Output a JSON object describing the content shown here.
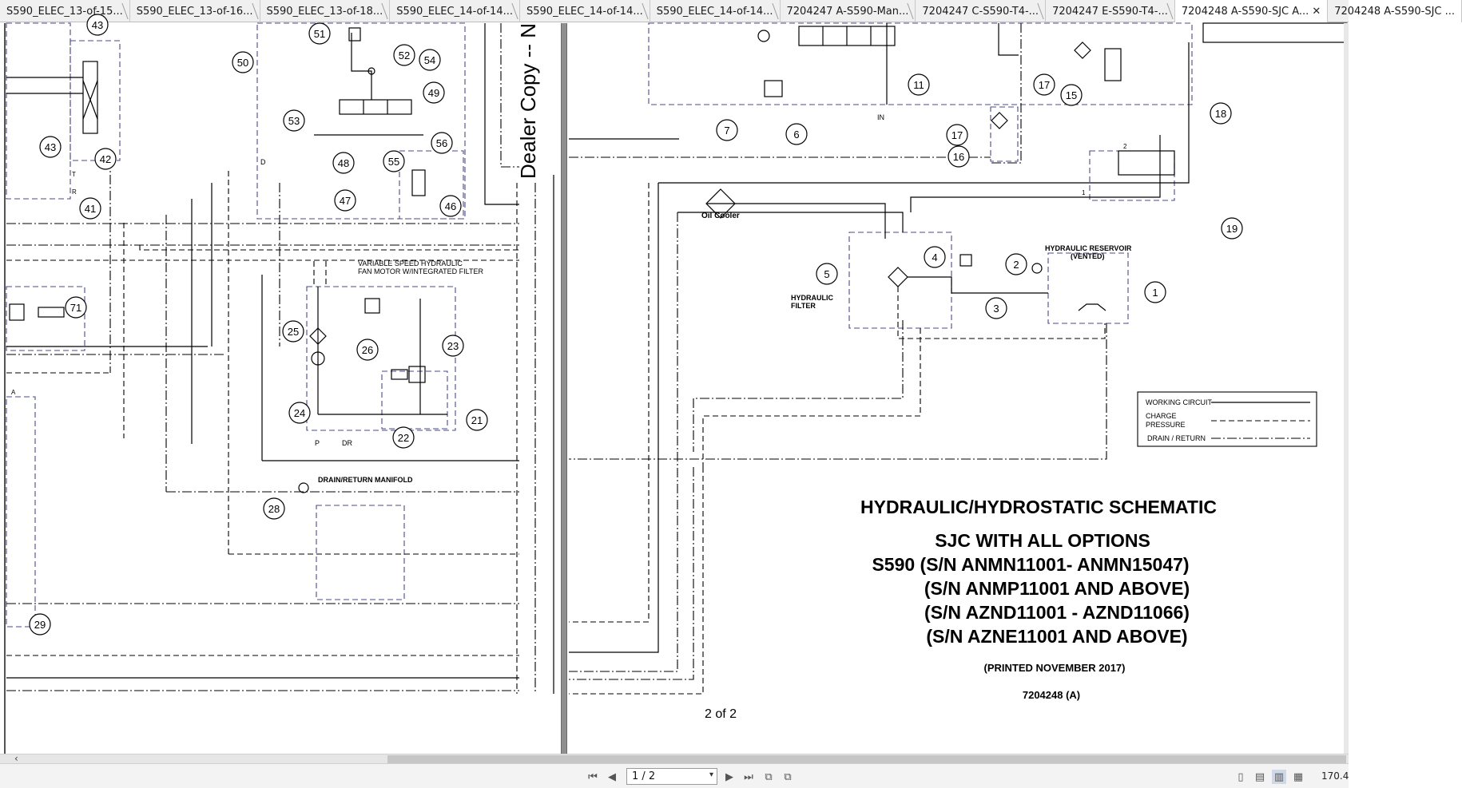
{
  "tabs": [
    {
      "label": "S590_ELEC_13-of-15...",
      "active": false
    },
    {
      "label": "S590_ELEC_13-of-16...",
      "active": false
    },
    {
      "label": "S590_ELEC_13-of-18...",
      "active": false
    },
    {
      "label": "S590_ELEC_14-of-14...",
      "active": false
    },
    {
      "label": "S590_ELEC_14-of-14...",
      "active": false
    },
    {
      "label": "S590_ELEC_14-of-14...",
      "active": false
    },
    {
      "label": "7204247 A-S590-Man...",
      "active": false
    },
    {
      "label": "7204247 C-S590-T4-...",
      "active": false
    },
    {
      "label": "7204247 E-S590-T4-...",
      "active": false
    },
    {
      "label": "7204248 A-S590-SJC A...",
      "active": true
    },
    {
      "label": "7204248 A-S590-SJC ...",
      "active": false
    }
  ],
  "tab_close_glyph": "✕",
  "document": {
    "watermark": "Dealer Copy -- N",
    "labels": {
      "variable_fan_line1": "VARIABLE SPEED HYDRAULIC",
      "variable_fan_line2": "FAN MOTOR W/INTEGRATED FILTER",
      "oil_cooler": "Oil Cooler",
      "hyd_reservoir_line1": "HYDRAULIC RESERVOIR",
      "hyd_reservoir_line2": "(VENTED)",
      "hyd_filter_line1": "HYDRAULIC",
      "hyd_filter_line2": "FILTER",
      "drain_manifold": "DRAIN/RETURN MANIFOLD",
      "port_p": "P",
      "port_dr": "DR",
      "port_d": "D",
      "port_in": "IN",
      "port_t": "T",
      "port_r": "R",
      "port_a": "A",
      "port_1": "1",
      "port_2": "2"
    },
    "legend": {
      "working_circuit": "WORKING CIRCUIT",
      "charge_pressure_line1": "CHARGE",
      "charge_pressure_line2": "PRESSURE",
      "drain_return": "DRAIN / RETURN"
    },
    "title_block": {
      "title": "HYDRAULIC/HYDROSTATIC SCHEMATIC",
      "line1": "SJC WITH ALL OPTIONS",
      "line2": "S590 (S/N ANMN11001- ANMN15047)",
      "line3": "(S/N ANMP11001 AND ABOVE)",
      "line4": "(S/N AZND11001 - AZND11066)",
      "line5": "(S/N AZNE11001 AND ABOVE)",
      "printed": "(PRINTED NOVEMBER 2017)",
      "part_number": "7204248 (A)",
      "page_of": "2 of 2"
    },
    "callouts": [
      {
        "n": "43"
      },
      {
        "n": "51"
      },
      {
        "n": "50"
      },
      {
        "n": "52"
      },
      {
        "n": "54"
      },
      {
        "n": "49"
      },
      {
        "n": "53"
      },
      {
        "n": "43"
      },
      {
        "n": "42"
      },
      {
        "n": "48"
      },
      {
        "n": "55"
      },
      {
        "n": "56"
      },
      {
        "n": "47"
      },
      {
        "n": "46"
      },
      {
        "n": "41"
      },
      {
        "n": "71"
      },
      {
        "n": "25"
      },
      {
        "n": "26"
      },
      {
        "n": "23"
      },
      {
        "n": "24"
      },
      {
        "n": "21"
      },
      {
        "n": "22"
      },
      {
        "n": "28"
      },
      {
        "n": "29"
      },
      {
        "n": "11"
      },
      {
        "n": "7"
      },
      {
        "n": "6"
      },
      {
        "n": "17"
      },
      {
        "n": "15"
      },
      {
        "n": "18"
      },
      {
        "n": "17"
      },
      {
        "n": "16"
      },
      {
        "n": "19"
      },
      {
        "n": "4"
      },
      {
        "n": "5"
      },
      {
        "n": "3"
      },
      {
        "n": "2"
      },
      {
        "n": "1"
      }
    ]
  },
  "toolbar": {
    "page_value": "1 / 2",
    "zoom": "170.4",
    "first_icon": "first-page-icon",
    "prev_icon": "prev-page-icon",
    "next_icon": "next-page-icon",
    "last_icon": "last-page-icon"
  }
}
